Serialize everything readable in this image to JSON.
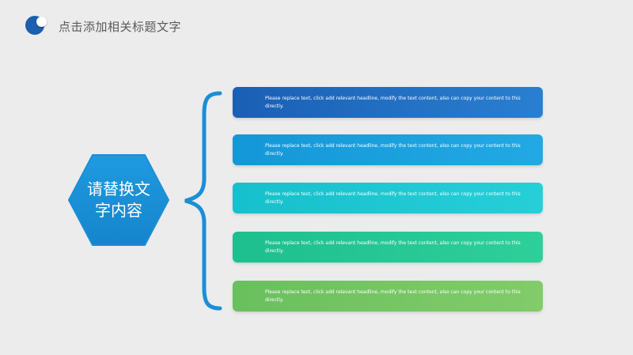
{
  "header": {
    "title": "点击添加相关标题文字",
    "logo_icon": "two-circles-logo-icon"
  },
  "center_shape": {
    "line1": "请替换文",
    "line2": "字内容",
    "color": "#1a8fd6"
  },
  "brace_color": "#1a8fd6",
  "cards": [
    {
      "text": "Please replace text, click add relevant headline, modify the text content, also can copy your content to this directly.",
      "color_start": "#1a5fb4",
      "color_end": "#2a7fd0"
    },
    {
      "text": "Please replace text, click add relevant headline, modify the text content, also can copy your content to this directly.",
      "color_start": "#1497d8",
      "color_end": "#22a9e4"
    },
    {
      "text": "Please replace text, click add relevant headline, modify the text content, also can copy your content to this directly.",
      "color_start": "#16c0cc",
      "color_end": "#26cfd8"
    },
    {
      "text": "Please replace text, click add relevant headline, modify the text content, also can copy your content to this directly.",
      "color_start": "#1dbf8e",
      "color_end": "#2fcf9a"
    },
    {
      "text": "Please replace text, click add relevant headline, modify the text content, also can copy your content to this directly.",
      "color_start": "#6abf5e",
      "color_end": "#82cc6a"
    }
  ]
}
